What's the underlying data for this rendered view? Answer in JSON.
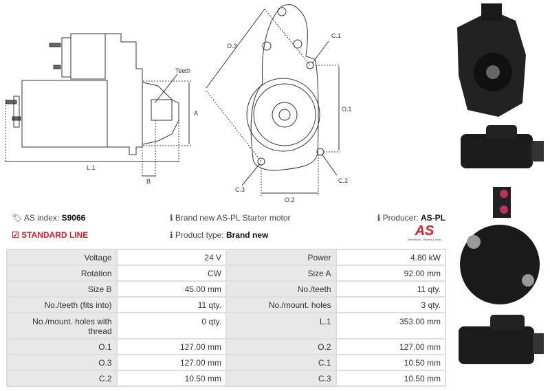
{
  "drawing_labels": {
    "teeth": "Teeth",
    "a": "A",
    "l1": "L.1",
    "b": "B",
    "o1": "O.1",
    "o2": "O.2",
    "o3": "O.3",
    "c1": "C.1",
    "c2": "C.2",
    "c3": "C.3"
  },
  "info": {
    "as_index_label": "AS index:",
    "as_index_value": "S9066",
    "line": "STANDARD LINE",
    "description": "Brand new AS-PL Starter motor",
    "product_type_label": "Product type:",
    "product_type_value": "Brand new",
    "producer_label": "Producer:",
    "producer_value": "AS-PL",
    "logo_text": "AS",
    "logo_tagline": "Alternators, Starters & Parts"
  },
  "colors": {
    "accent": "#e01c24",
    "label_bg": "#e8e8e8"
  },
  "specs": [
    {
      "l1": "Voltage",
      "v1": "24 V",
      "l2": "Power",
      "v2": "4.80 kW"
    },
    {
      "l1": "Rotation",
      "v1": "CW",
      "l2": "Size A",
      "v2": "92.00 mm"
    },
    {
      "l1": "Size B",
      "v1": "45.00 mm",
      "l2": "No./teeth",
      "v2": "11 qty."
    },
    {
      "l1": "No./teeth (fits into)",
      "v1": "11 qty.",
      "l2": "No./mount. holes",
      "v2": "3 qty."
    },
    {
      "l1": "No./mount. holes with thread",
      "v1": "0 qty.",
      "l2": "L.1",
      "v2": "353.00 mm"
    },
    {
      "l1": "O.1",
      "v1": "127.00 mm",
      "l2": "O.2",
      "v2": "127.00 mm"
    },
    {
      "l1": "O.3",
      "v1": "127.00 mm",
      "l2": "C.1",
      "v2": "10.50 mm"
    },
    {
      "l1": "C.2",
      "v1": "10.50 mm",
      "l2": "C.3",
      "v2": "10.50 mm"
    }
  ]
}
